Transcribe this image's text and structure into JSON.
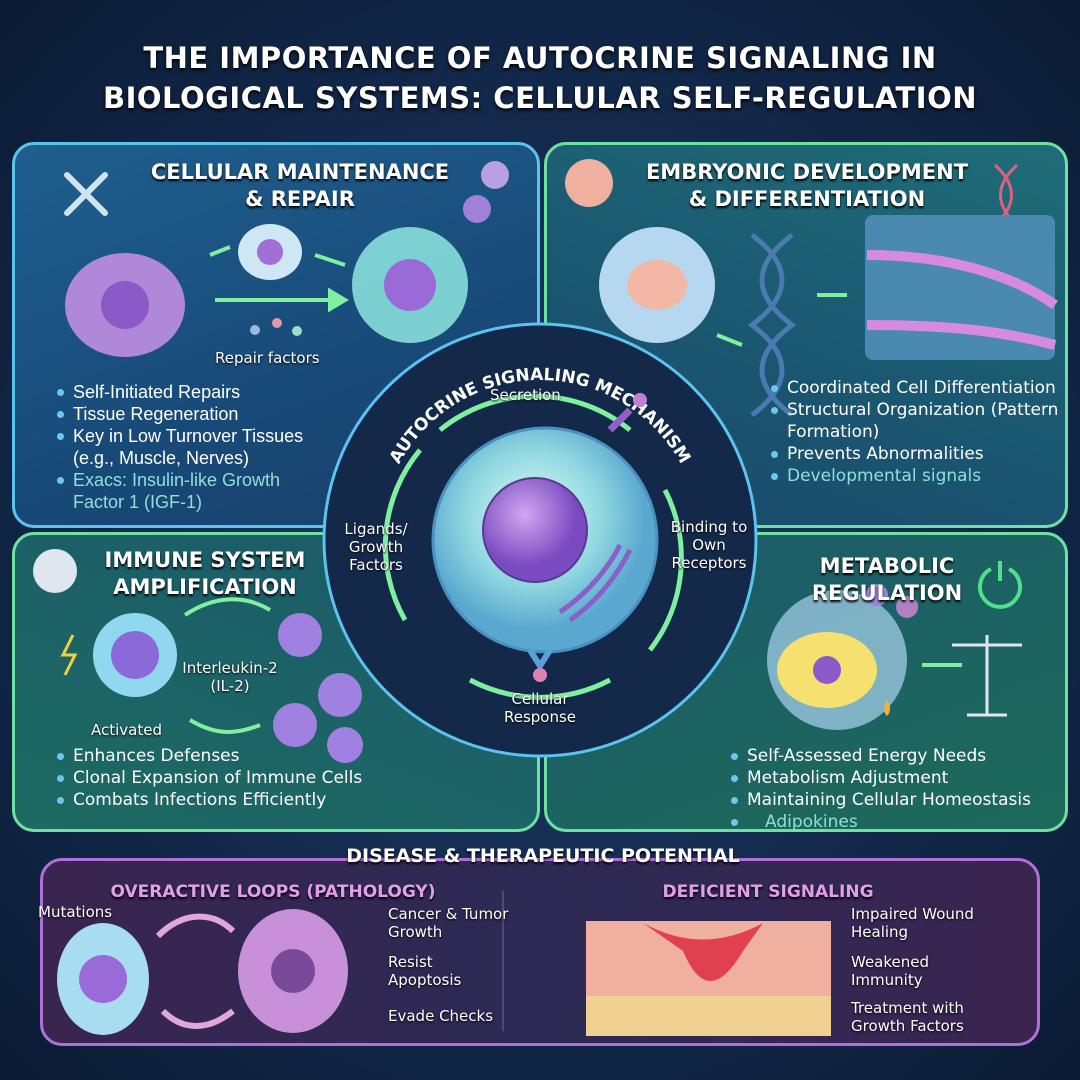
{
  "title": {
    "line1": "THE IMPORTANCE OF AUTOCRINE SIGNALING IN",
    "line2": "BIOLOGICAL SYSTEMS: CELLULAR SELF-REGULATION"
  },
  "maintenance": {
    "title1": "CELLULAR MAINTENANCE",
    "title2": "& REPAIR",
    "label": "Repair factors",
    "bullets": [
      "Self-Initiated Repairs",
      "Tissue Regeneration",
      "Key in Low Turnover Tissues (e.g., Muscle, Nerves)"
    ],
    "example": "Exacs: Insulin-like Growth Factor 1 (IGF-1)"
  },
  "embryonic": {
    "title1": "EMBRYONIC DEVELOPMENT",
    "title2": "& DIFFERENTIATION",
    "bullets": [
      "Coordinated Cell Differentiation",
      "Structural Organization (Pattern Formation)",
      "Prevents Abnormalities"
    ],
    "note": "Developmental signals"
  },
  "mechanism": {
    "title": "AUTOCRINE SIGNALING MECHANISM",
    "secretion": "Secretion",
    "binding": "Binding to Own Receptors",
    "response": "Cellular Response",
    "ligands": "Ligands/ Growth Factors"
  },
  "immune": {
    "title1": "IMMUNE SYSTEM",
    "title2": "AMPLIFICATION",
    "il2": "Interleukin-2 (IL-2)",
    "activated": "Activated",
    "bullets": [
      "Enhances Defenses",
      "Clonal Expansion of Immune Cells",
      "Combats Infections Efficiently"
    ]
  },
  "metabolic": {
    "title1": "METABOLIC",
    "title2": "REGULATION",
    "bullets": [
      "Self-Assessed Energy Needs",
      "Metabolism Adjustment",
      "Maintaining Cellular Homeostasis"
    ],
    "note": "Adipokines"
  },
  "disease": {
    "title": "DISEASE & THERAPEUTIC POTENTIAL",
    "left_title": "OVERACTIVE LOOPS (PATHOLOGY)",
    "mutations": "Mutations",
    "left_items": [
      "Cancer & Tumor Growth",
      "Resist Apoptosis",
      "Evade Checks"
    ],
    "right_title": "DEFICIENT SIGNALING",
    "right_items": [
      "Impaired Wound Healing",
      "Weakened Immunity",
      "Treatment with Growth Factors"
    ]
  },
  "colors": {
    "blue_border": "#5cc3f0",
    "green_border": "#6fe0a0",
    "purple_border": "#b070d8",
    "arrow": "#7ef0a0",
    "nucleus": "#9a6ad8"
  }
}
